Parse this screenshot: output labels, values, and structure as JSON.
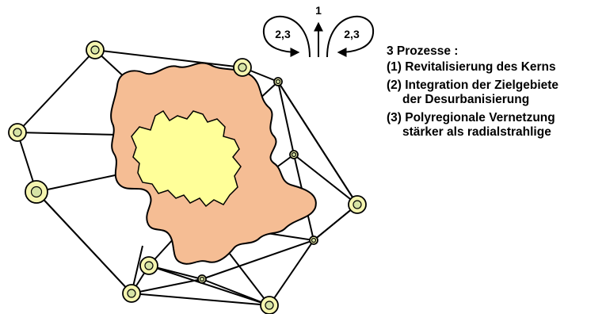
{
  "colors": {
    "periphery": "#F5BD94",
    "core": "#FFFF99",
    "node_fill": "#F5F5B0",
    "node_ring": "#D6E3A5",
    "line": "#000000"
  },
  "arrows": {
    "up_label": "1",
    "left_label": "2,3",
    "right_label": "2,3"
  },
  "legend": {
    "title": "3 Prozesse :",
    "items": [
      {
        "line1": "(1) Revitalisierung des Kerns",
        "line2": ""
      },
      {
        "line1": "(2) Integration der Zielgebiete",
        "line2": "der Desurbanisierung"
      },
      {
        "line1": "(3) Polyregionale Vernetzung",
        "line2": "stärker als radialstrahlige"
      }
    ]
  }
}
